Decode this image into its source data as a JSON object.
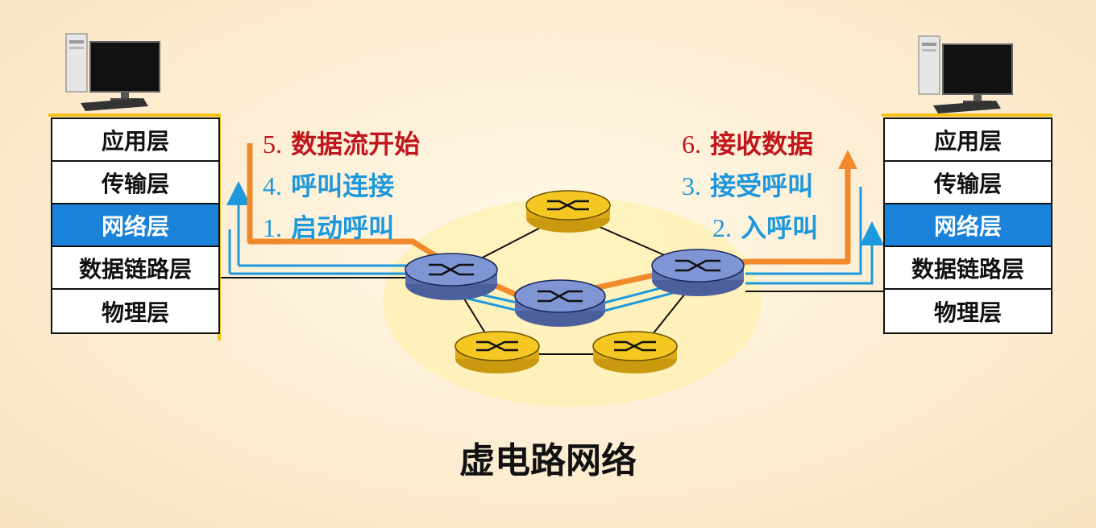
{
  "left_stack": {
    "layers": [
      "应用层",
      "传输层",
      "网络层",
      "数据链路层",
      "物理层"
    ]
  },
  "right_stack": {
    "layers": [
      "应用层",
      "传输层",
      "网络层",
      "数据链路层",
      "物理层"
    ]
  },
  "left_labels": {
    "step5": {
      "num": "5.",
      "text": "数据流开始"
    },
    "step4": {
      "num": "4.",
      "text": "呼叫连接"
    },
    "step1": {
      "num": "1.",
      "text": "启动呼叫"
    }
  },
  "right_labels": {
    "step6": {
      "num": "6.",
      "text": "接收数据"
    },
    "step3": {
      "num": "3.",
      "text": "接受呼叫"
    },
    "step2": {
      "num": "2.",
      "text": "入呼叫"
    }
  },
  "title": "虚电路网络",
  "colors": {
    "data_path": "#f08a2c",
    "call_path": "#1e98dc",
    "network_layer": "#1a82d9",
    "active_router": "#6f86c8",
    "idle_router": "#f2be1e"
  },
  "icons": [
    "computer-icon",
    "router-icon"
  ]
}
